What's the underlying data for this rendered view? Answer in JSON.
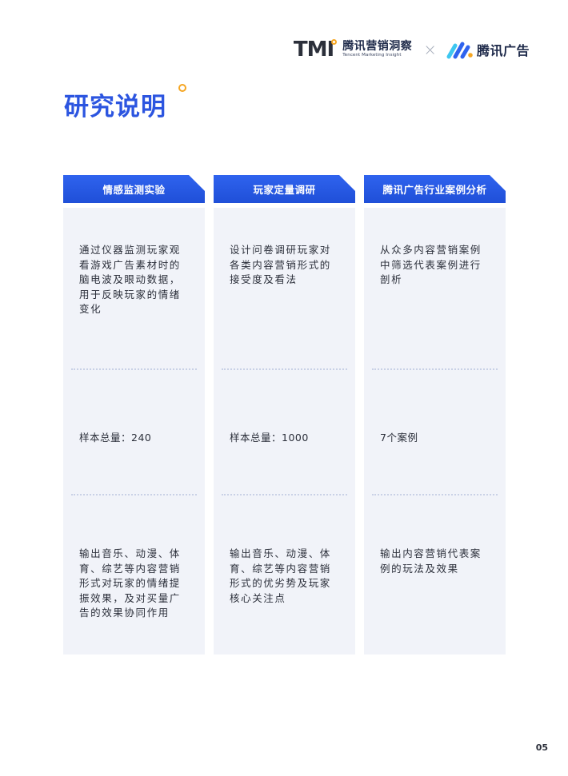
{
  "header": {
    "tmi_logo_letters": "TMI",
    "tmi_name_cn": "腾讯营销洞察",
    "tmi_name_en": "Tencent Marketing Insight",
    "cross": "×",
    "ads_name_cn": "腾讯广告"
  },
  "page": {
    "title": "研究说明",
    "number": "05"
  },
  "columns": [
    {
      "header": "情感监测实验",
      "method": "通过仪器监测玩家观看游戏广告素材时的脑电波及眼动数据，用于反映玩家的情绪变化",
      "sample": "样本总量：240",
      "output": "输出音乐、动漫、体育、综艺等内容营销形式对玩家的情绪提振效果，及对买量广告的效果协同作用"
    },
    {
      "header": "玩家定量调研",
      "method": "设计问卷调研玩家对各类内容营销形式的接受度及看法",
      "sample": "样本总量：1000",
      "output": "输出音乐、动漫、体育、综艺等内容营销形式的优劣势及玩家核心关注点"
    },
    {
      "header": "腾讯广告行业案例分析",
      "method": "从众多内容营销案例中筛选代表案例进行剖析",
      "sample": "7个案例",
      "output": "输出内容营销代表案例的玩法及效果"
    }
  ],
  "colors": {
    "accent_blue": "#2c55e0",
    "header_blue": "#2f63ee",
    "accent_orange": "#f5a623",
    "card_bg": "#f1f3f9"
  },
  "icons": {
    "tmi_logo": "tmi-logo-icon",
    "tencent_ads_logo": "tencent-ads-logo-icon",
    "cross": "cross-icon"
  }
}
